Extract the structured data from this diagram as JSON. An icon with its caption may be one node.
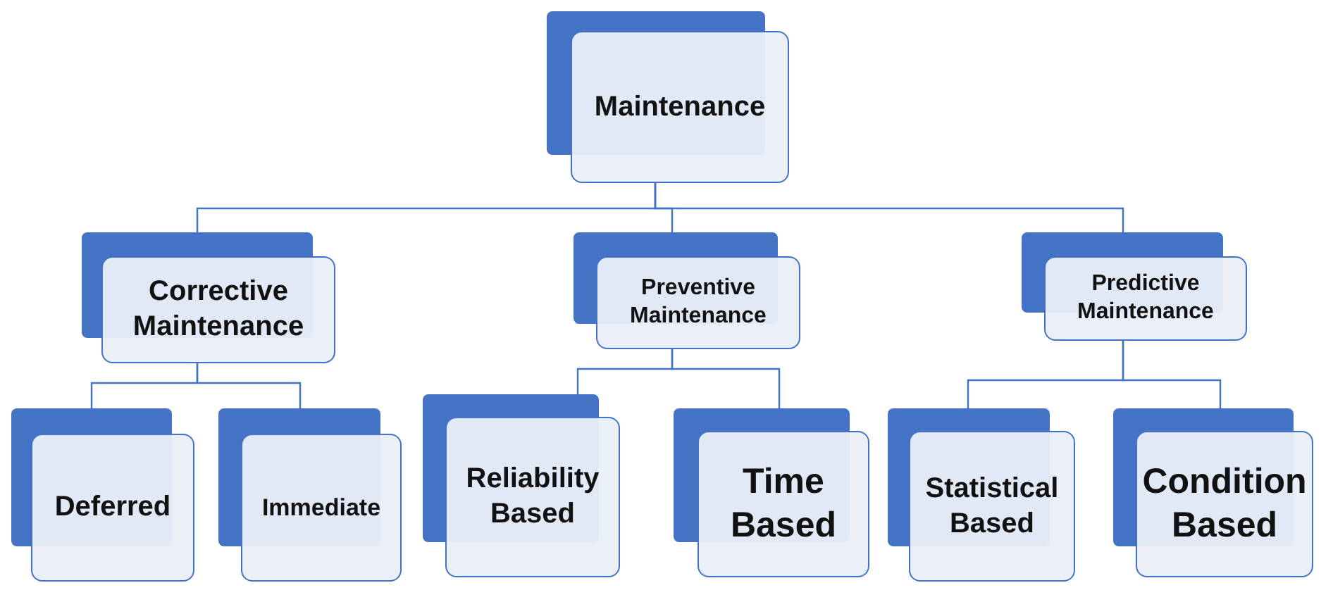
{
  "diagram": {
    "nodes": [
      {
        "text": [
          "Maintenance"
        ]
      },
      {
        "text": [
          "Corrective Maintenance"
        ]
      },
      {
        "text": [
          "Preventive Maintenance"
        ]
      },
      {
        "text": [
          "Predictive Maintenance"
        ]
      },
      {
        "text": [
          "Deferred"
        ]
      },
      {
        "text": [
          "Immediate"
        ]
      },
      {
        "text": [
          "Reliability Based"
        ]
      },
      {
        "text": [
          "Time Based"
        ]
      },
      {
        "text": [
          "Statistical Based"
        ]
      },
      {
        "text": [
          "Condition Based"
        ]
      }
    ],
    "edges": [
      {
        "from": 0,
        "to": 1,
        "arrow": "none"
      },
      {
        "from": 0,
        "to": 2,
        "arrow": "none"
      },
      {
        "from": 0,
        "to": 3,
        "arrow": "none"
      },
      {
        "from": 1,
        "to": 4,
        "arrow": "none"
      },
      {
        "from": 1,
        "to": 5,
        "arrow": "none"
      },
      {
        "from": 2,
        "to": 6,
        "arrow": "none"
      },
      {
        "from": 2,
        "to": 7,
        "arrow": "none"
      },
      {
        "from": 3,
        "to": 8,
        "arrow": "none"
      },
      {
        "from": 3,
        "to": 9,
        "arrow": "none"
      }
    ]
  }
}
